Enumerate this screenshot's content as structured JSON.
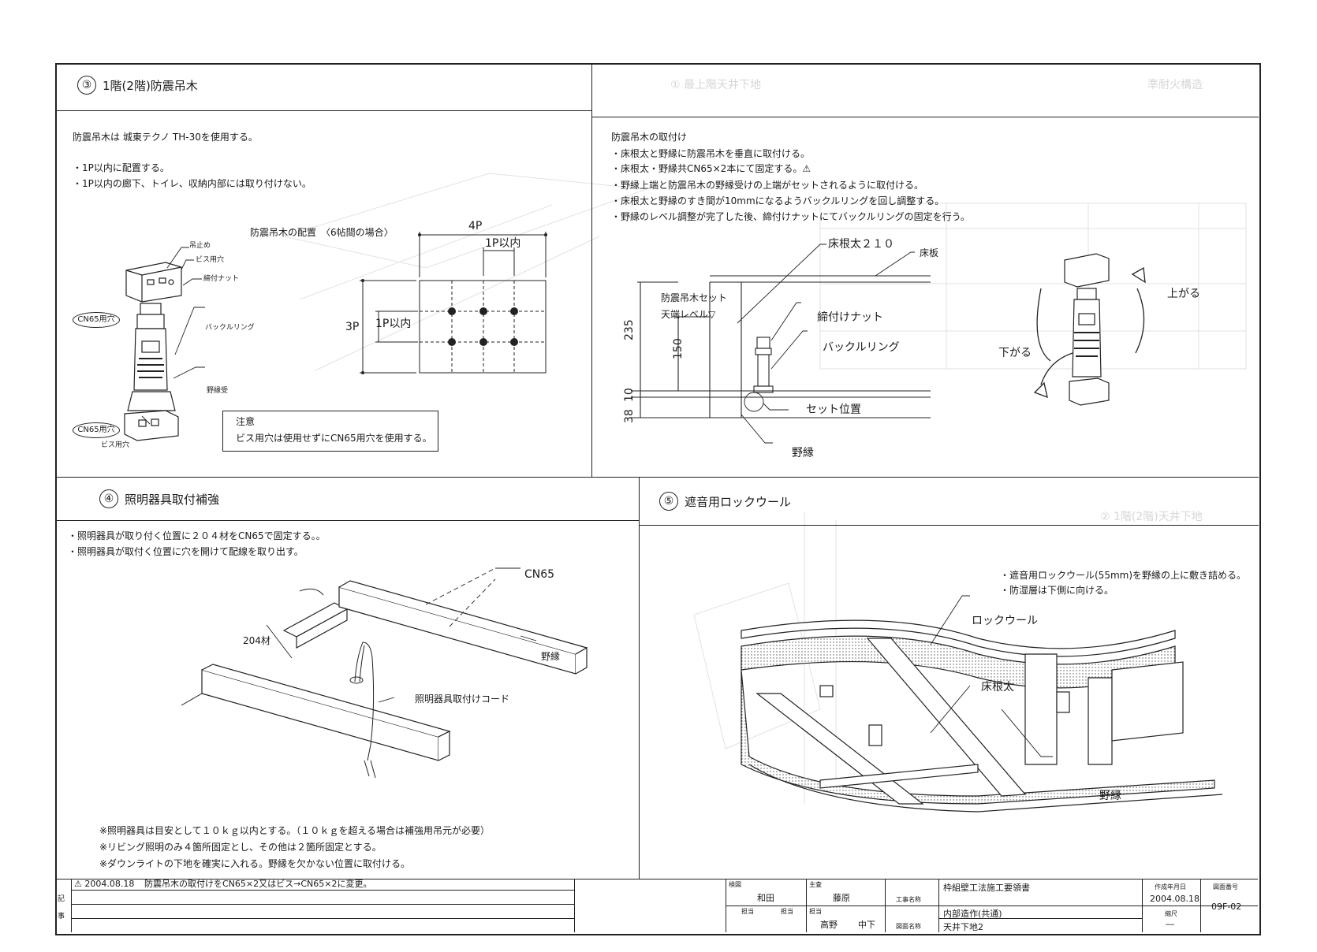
{
  "sections": {
    "s3": {
      "number": "③",
      "title": "1階(2階)防震吊木",
      "intro": "防震吊木は 城東テクノ TH-30を使用する。",
      "bullets": [
        "・1P以内に配置する。",
        "・1P以内の廊下、トイレ、収納内部には取り付けない。"
      ],
      "labels": {
        "tsuridome": "吊止め",
        "bisu_top": "ビス用穴",
        "shimetsuke": "締付ナット",
        "cn65_top": "CN65用穴",
        "buckle": "バックルリング",
        "nobuchi_uke": "野縁受",
        "cn65_bottom": "CN65用穴",
        "bisu_bottom": "ビス用穴"
      },
      "layout_title": "防震吊木の配置　〈6帖間の場合〉",
      "dims": {
        "w4p": "4P",
        "w1p": "1P以内",
        "h3p": "3P",
        "h1p": "1P以内"
      },
      "note_title": "注意",
      "note_text": "ビス用穴は使用せずにCN65用穴を使用する。"
    },
    "s_attach": {
      "title": "防震吊木の取付け",
      "bullets": [
        "・床根太と野縁に防震吊木を垂直に取付ける。",
        "・床根太・野縁共CN65×2本にて固定する。⚠",
        "・野縁上端と防震吊木の野縁受けの上端がセットされるように取付ける。",
        "・床根太と野縁のすき間が10mmになるようバックルリングを回し調整する。",
        "・野縁のレベル調整が完了した後、締付けナットにてバックルリングの固定を行う。"
      ],
      "labels": {
        "yukanedaru": "床根太２１０",
        "yukaita": "床板",
        "set_level": "防震吊木セット",
        "tenba": "天端レベル▽",
        "shimetsuke": "締付けナット",
        "buckle": "バックルリング",
        "set_pos": "セット位置",
        "nobuchi": "野縁",
        "agaru": "上がる",
        "sagaru": "下がる"
      },
      "dims": [
        "235",
        "150",
        "10",
        "38"
      ]
    },
    "s4": {
      "number": "④",
      "title": "照明器具取付補強",
      "bullets": [
        "・照明器具が取り付く位置に２０４材をCN65で固定する。。",
        "・照明器具が取付く位置に穴を開けて配線を取り出す。"
      ],
      "labels": {
        "cn65": "CN65",
        "mat204": "204材",
        "nobuchi": "野縁",
        "cord": "照明器具取付けコード"
      },
      "notes": [
        "※照明器具は目安として１０ｋｇ以内とする。（１０ｋｇを超える場合は補強用吊元が必要）",
        "※リビング照明のみ４箇所固定とし、その他は２箇所固定とする。",
        "※ダウンライトの下地を確実に入れる。野縁を欠かない位置に取付ける。"
      ]
    },
    "s5": {
      "number": "⑤",
      "title": "遮音用ロックウール",
      "bullets": [
        "・遮音用ロックウール(55mm)を野縁の上に敷き詰める。",
        "・防湿層は下側に向ける。"
      ],
      "labels": {
        "rockwool": "ロックウール",
        "nedaru": "床根太",
        "nobuchi": "野縁"
      }
    }
  },
  "title_block": {
    "revision_side": "記事",
    "revision_date": "2004.08.18",
    "revision_text": "防震吊木の取付けをCN65×2又はビス→CN65×2に変更。",
    "kentoku_label": "検図",
    "kentoku": "和田",
    "shusa_label": "主査",
    "shusa": "藤原",
    "tanto_labels": [
      "担当",
      "担当",
      "担当"
    ],
    "tanto": "高野",
    "tanto2": "中下",
    "koji_label": "工事名称",
    "koji": "枠組壁工法施工要領書",
    "koji_sub": "内部造作(共通)",
    "zumen_label": "図面名称",
    "zumen": "天井下地2",
    "date_label": "作成年月日",
    "date": "2004.08.18",
    "scale_label": "縮尺",
    "scale": "―",
    "number_label": "図面番号",
    "number": "09F-02"
  },
  "ghost": {
    "title1": "① 最上階天井下地",
    "title2": "② 1階(2階)天井下地",
    "side": "準耐火構造"
  }
}
